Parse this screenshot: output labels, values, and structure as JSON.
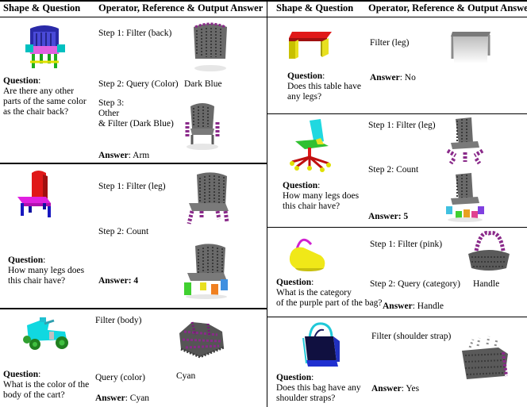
{
  "header": {
    "col_shape": "Shape & Question",
    "col_operator": "Operator, Reference & Output Answer"
  },
  "labels": {
    "question": "Question",
    "answer": "Answer"
  },
  "panels": {
    "p1": {
      "question": [
        "Are there any other",
        "parts of the same color",
        "as the chair back?"
      ],
      "step1": "Step 1: Filter (back)",
      "step2": "Step 2: Query (Color)",
      "step2_out": "Dark Blue",
      "step3": [
        "Step 3:",
        "Other",
        "& Filter (Dark Blue)"
      ],
      "answer": "Arm"
    },
    "p2": {
      "question": [
        "How many legs does",
        "this chair have?"
      ],
      "step1": "Step 1: Filter (leg)",
      "step2": "Step 2: Count",
      "answer_full": "Answer: 4"
    },
    "p3": {
      "question": [
        "What is the color of the",
        "body of the cart?"
      ],
      "step1": "Filter (body)",
      "step2": "Query (color)",
      "step2_out": "Cyan",
      "answer": "Cyan"
    },
    "p4": {
      "question": [
        "Does this table have",
        "any legs?"
      ],
      "step1": "Filter (leg)",
      "answer": "No"
    },
    "p5": {
      "question": [
        "How many legs does",
        "this chair have?"
      ],
      "step1": "Step 1: Filter (leg)",
      "step2": "Step 2: Count",
      "answer_full": "Answer: 5"
    },
    "p6": {
      "question": [
        "What is the category",
        "of the purple part of the bag?"
      ],
      "step1": "Step 1: Filter (pink)",
      "step2": "Step 2: Query (category)",
      "step2_out": "Handle",
      "answer": "Handle"
    },
    "p7": {
      "question": [
        "Does this bag have any",
        "shoulder straps?"
      ],
      "step1": "Filter (shoulder strap)",
      "answer": "Yes"
    }
  }
}
